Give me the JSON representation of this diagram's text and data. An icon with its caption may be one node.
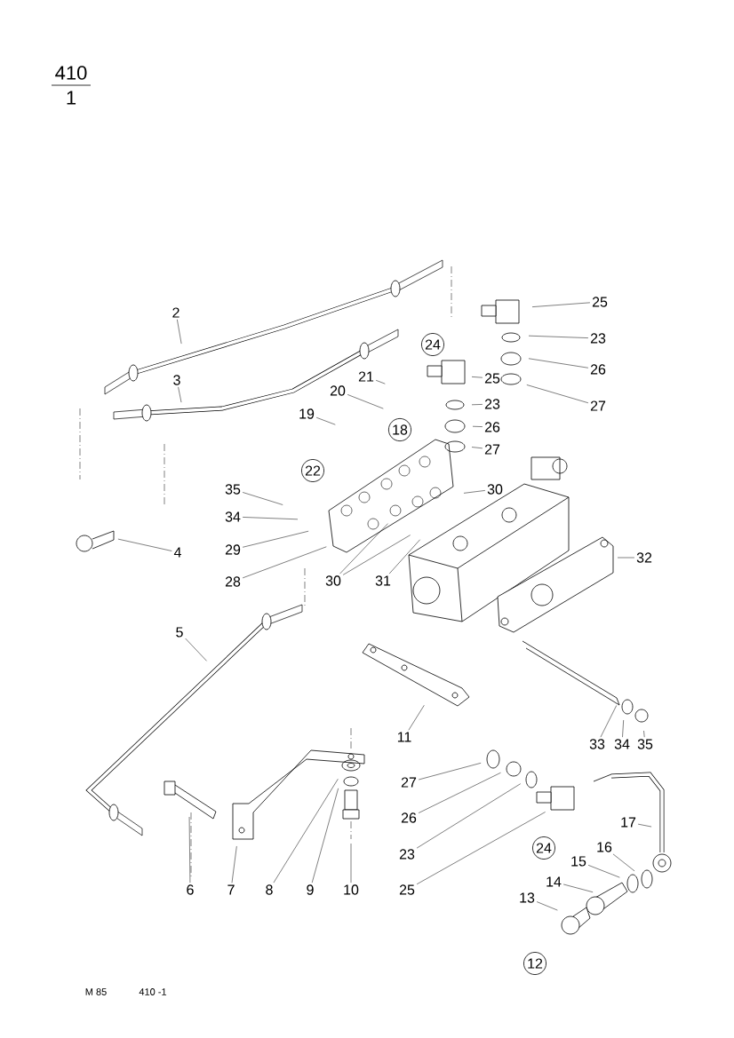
{
  "diagram": {
    "nodes": [
      {
        "text": [
          "2"
        ]
      },
      {
        "text": [
          "3"
        ]
      },
      {
        "text": [
          "4"
        ]
      },
      {
        "text": [
          "5"
        ]
      },
      {
        "text": [
          "6"
        ]
      },
      {
        "text": [
          "7"
        ]
      },
      {
        "text": [
          "8"
        ]
      },
      {
        "text": [
          "9"
        ]
      },
      {
        "text": [
          "10"
        ]
      },
      {
        "text": [
          "11"
        ]
      },
      {
        "text": [
          "13"
        ]
      },
      {
        "text": [
          "14"
        ]
      },
      {
        "text": [
          "15"
        ]
      },
      {
        "text": [
          "16"
        ]
      },
      {
        "text": [
          "17"
        ]
      },
      {
        "text": [
          "19"
        ]
      },
      {
        "text": [
          "20"
        ]
      },
      {
        "text": [
          "21"
        ]
      },
      {
        "text": [
          "25"
        ]
      },
      {
        "text": [
          "23"
        ]
      },
      {
        "text": [
          "26"
        ]
      },
      {
        "text": [
          "27"
        ]
      },
      {
        "text": [
          "25"
        ]
      },
      {
        "text": [
          "23"
        ]
      },
      {
        "text": [
          "26"
        ]
      },
      {
        "text": [
          "27"
        ]
      },
      {
        "text": [
          "35"
        ]
      },
      {
        "text": [
          "34"
        ]
      },
      {
        "text": [
          "29"
        ]
      },
      {
        "text": [
          "28"
        ]
      },
      {
        "text": [
          "30"
        ]
      },
      {
        "text": [
          "30"
        ]
      },
      {
        "text": [
          "31"
        ]
      },
      {
        "text": [
          "32"
        ]
      },
      {
        "text": [
          "33"
        ]
      },
      {
        "text": [
          "34"
        ]
      },
      {
        "text": [
          "35"
        ]
      },
      {
        "text": [
          "27"
        ]
      },
      {
        "text": [
          "26"
        ]
      },
      {
        "text": [
          "23"
        ]
      },
      {
        "text": [
          "25"
        ]
      },
      {
        "text": [
          "24"
        ]
      },
      {
        "text": [
          "18"
        ]
      },
      {
        "text": [
          "22"
        ]
      },
      {
        "text": [
          "24"
        ]
      },
      {
        "text": [
          "12"
        ]
      }
    ],
    "edges": [
      {
        "from": 0,
        "to": null,
        "arrow": "none"
      },
      {
        "from": 1,
        "to": null,
        "arrow": "none"
      },
      {
        "from": 2,
        "to": null,
        "arrow": "none"
      },
      {
        "from": 3,
        "to": null,
        "arrow": "none"
      },
      {
        "from": 4,
        "to": null,
        "arrow": "none"
      },
      {
        "from": 5,
        "to": null,
        "arrow": "none"
      },
      {
        "from": 6,
        "to": null,
        "arrow": "none"
      },
      {
        "from": 7,
        "to": null,
        "arrow": "none"
      },
      {
        "from": 8,
        "to": null,
        "arrow": "none"
      },
      {
        "from": 9,
        "to": null,
        "arrow": "none"
      },
      {
        "from": 10,
        "to": null,
        "arrow": "none"
      },
      {
        "from": 11,
        "to": null,
        "arrow": "none"
      },
      {
        "from": 12,
        "to": null,
        "arrow": "none"
      },
      {
        "from": 13,
        "to": null,
        "arrow": "none"
      },
      {
        "from": 14,
        "to": null,
        "arrow": "none"
      },
      {
        "from": 15,
        "to": null,
        "arrow": "none"
      },
      {
        "from": 16,
        "to": null,
        "arrow": "none"
      },
      {
        "from": 17,
        "to": null,
        "arrow": "none"
      },
      {
        "from": 18,
        "to": null,
        "arrow": "none"
      },
      {
        "from": 19,
        "to": null,
        "arrow": "none"
      },
      {
        "from": 20,
        "to": null,
        "arrow": "none"
      },
      {
        "from": 21,
        "to": null,
        "arrow": "none"
      },
      {
        "from": 22,
        "to": null,
        "arrow": "none"
      },
      {
        "from": 23,
        "to": null,
        "arrow": "none"
      },
      {
        "from": 24,
        "to": null,
        "arrow": "none"
      },
      {
        "from": 25,
        "to": null,
        "arrow": "none"
      },
      {
        "from": 26,
        "to": null,
        "arrow": "none"
      },
      {
        "from": 27,
        "to": null,
        "arrow": "none"
      },
      {
        "from": 28,
        "to": null,
        "arrow": "none"
      },
      {
        "from": 29,
        "to": null,
        "arrow": "none"
      },
      {
        "from": 30,
        "to": null,
        "arrow": "none"
      },
      {
        "from": 31,
        "to": null,
        "arrow": "none"
      },
      {
        "from": 31,
        "to": null,
        "arrow": "none"
      },
      {
        "from": 32,
        "to": null,
        "arrow": "none"
      },
      {
        "from": 33,
        "to": null,
        "arrow": "none"
      },
      {
        "from": 34,
        "to": null,
        "arrow": "none"
      },
      {
        "from": 35,
        "to": null,
        "arrow": "none"
      },
      {
        "from": 36,
        "to": null,
        "arrow": "none"
      },
      {
        "from": 37,
        "to": null,
        "arrow": "none"
      },
      {
        "from": 38,
        "to": null,
        "arrow": "none"
      },
      {
        "from": 39,
        "to": null,
        "arrow": "none"
      },
      {
        "from": 40,
        "to": null,
        "arrow": "none"
      }
    ],
    "labels": [
      "410",
      "1",
      "M 85",
      "410 -1"
    ]
  }
}
